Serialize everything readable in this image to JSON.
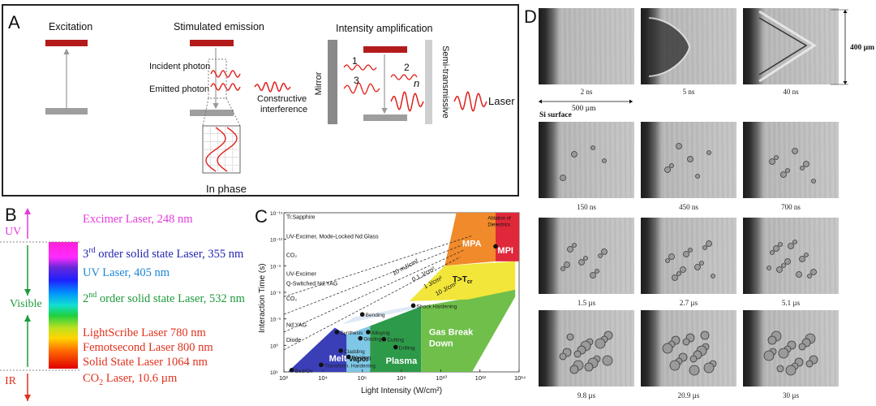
{
  "panel_a": {
    "letter": "A",
    "excitation": "Excitation",
    "stimulated": "Stimulated emission",
    "amplification": "Intensity amplification",
    "incident": "Incident photon",
    "emitted": "Emitted photon",
    "constructive1": "Constructive",
    "constructive2": "interference",
    "in_phase": "In phase",
    "mirror": "Mirror",
    "semi": "Semi-transmissive",
    "laser": "Laser",
    "n1": "1",
    "n2": "2",
    "n3": "3",
    "nn": "n",
    "colors": {
      "upper_level": "#b31b1b",
      "lower_level": "#9e9e9e",
      "photon": "#e0201b",
      "mirror": "#8a8a8a",
      "semi": "#cfcfcf"
    }
  },
  "panel_b": {
    "letter": "B",
    "uv": "UV",
    "visible": "Visible",
    "ir": "IR",
    "lasers": [
      {
        "pre": "Excimer Laser, 248 nm",
        "sup": "",
        "post": "",
        "color": "#e33adb"
      },
      {
        "pre": "3",
        "sup": "rd",
        "post": " order solid state Laser, 355 nm",
        "color": "#2424b0"
      },
      {
        "pre": "UV Laser, 405 nm",
        "sup": "",
        "post": "",
        "color": "#1c86d6"
      },
      {
        "pre": "2",
        "sup": "nd",
        "post": " order solid state Laser, 532 nm",
        "color": "#1c9a3a"
      },
      {
        "pre": "LightScribe Laser 780 nm",
        "sup": "",
        "post": "",
        "color": "#e0301c"
      },
      {
        "pre": "Femotsecond Laser 800 nm",
        "sup": "",
        "post": "",
        "color": "#e0301c"
      },
      {
        "pre": "Solid State Laser 1064 nm",
        "sup": "",
        "post": "",
        "color": "#e0301c"
      },
      {
        "pre": "CO",
        "sup": "2",
        "post": " Laser, 10.6 µm",
        "color": "#e0301c",
        "sub": true
      }
    ],
    "colors": {
      "uv": "#e33adb",
      "visible": "#1c9a3a",
      "ir": "#e0301c"
    }
  },
  "panel_c": {
    "letter": "C",
    "xlabel": "Light Intensity (W/cm²)",
    "ylabel": "Interaction Time (s)",
    "x_ticks": [
      "10²",
      "10⁴",
      "10⁶",
      "10⁸",
      "10¹⁰",
      "10¹²",
      "10¹⁴"
    ],
    "y_ticks": [
      "10⁻¹⁵",
      "10⁻¹²",
      "10⁻⁹",
      "10⁻⁶",
      "10⁻³",
      "10⁰",
      "10³"
    ],
    "lasers_left": [
      "Ti:Sapphire",
      "UV-Excimer, Mode-Locked Nd:Glass",
      "CO₂",
      "UV-Excimer",
      "Q-Switched Nd:YAG",
      "CO₂",
      "Nd:YAG",
      "Diode"
    ],
    "regions": {
      "melt": "Melt",
      "vapor": "Vapor",
      "plasma": "Plasma",
      "gas1": "Gas Break",
      "gas2": "Down",
      "mpa": "MPA",
      "mpi": "MPI",
      "t": "T>T",
      "tsub": "cr",
      "ablation1": "Ablation of",
      "ablation2": "Dielectrics"
    },
    "fluences": [
      "10 mJ/cm²",
      "0.1 J/cm²",
      "1 J/cm²",
      "10 J/cm²"
    ],
    "processes": [
      {
        "label": "Bending",
        "x": 6.0,
        "y": -3.5
      },
      {
        "label": "Shock Hardening",
        "x": 8.6,
        "y": -4.5
      },
      {
        "label": "Synthesis",
        "x": 4.7,
        "y": -1.5
      },
      {
        "label": "Alloying",
        "x": 6.3,
        "y": -1.5
      },
      {
        "label": "Glazing",
        "x": 5.9,
        "y": -0.8
      },
      {
        "label": "Cutting",
        "x": 7.1,
        "y": -0.7
      },
      {
        "label": "Drilling",
        "x": 7.7,
        "y": 0.2
      },
      {
        "label": "Cladding",
        "x": 4.9,
        "y": 0.6
      },
      {
        "label": "Welding",
        "x": 5.3,
        "y": 1.3
      },
      {
        "label": "Transform. Hardening",
        "x": 3.9,
        "y": 2.2
      },
      {
        "label": "Bed/Ox",
        "x": 2.4,
        "y": 2.8
      },
      {
        "label": "",
        "x": 12.8,
        "y": -11.2
      }
    ],
    "colors": {
      "melt": "#3a3fb8",
      "vapor": "#7ec7e6",
      "plasma": "#2d9a4a",
      "gas": "#6fbf4a",
      "t": "#f2e63a",
      "mpa": "#f08a2a",
      "mpi": "#e0283a"
    }
  },
  "panel_d": {
    "letter": "D",
    "captions": [
      "2 ns",
      "5 ns",
      "40 ns",
      "150 ns",
      "450 ns",
      "700 ns",
      "1.5 µs",
      "2.7 µs",
      "5.1 µs",
      "9.8 µs",
      "20.9 µs",
      "30 µs"
    ],
    "scale_x": "500 µm",
    "scale_y": "400 µm",
    "surface": "Si surface"
  }
}
